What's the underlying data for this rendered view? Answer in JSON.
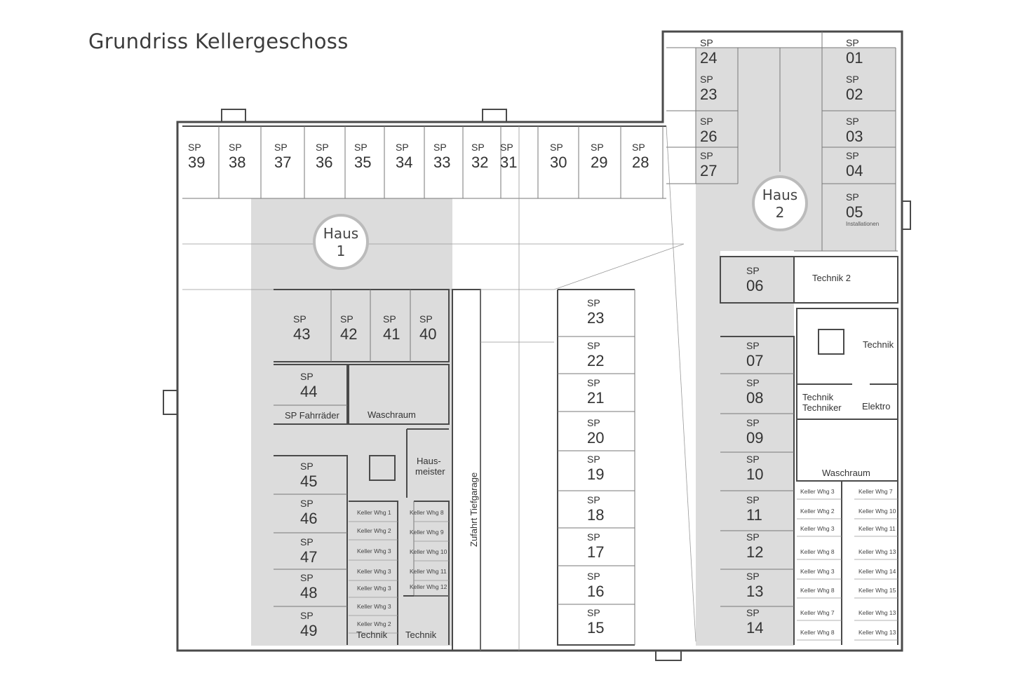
{
  "title": "Grundriss Kellergeschoss",
  "sp_label": "SP",
  "haus1": {
    "line1": "Haus",
    "line2": "1"
  },
  "haus2": {
    "line1": "Haus",
    "line2": "2"
  },
  "spaces_top": [
    "39",
    "38",
    "37",
    "36",
    "35",
    "34",
    "33",
    "32",
    "31",
    "30",
    "29",
    "28"
  ],
  "spaces_haus2_left": [
    "24",
    "23",
    "26",
    "27"
  ],
  "spaces_haus2_right": [
    "01",
    "02",
    "03",
    "04",
    "05"
  ],
  "spaces_row": [
    "43",
    "42",
    "41",
    "40"
  ],
  "sp44": "44",
  "spaces_left_col": [
    "45",
    "46",
    "47",
    "48",
    "49"
  ],
  "spaces_center_col": [
    "23",
    "22",
    "21",
    "20",
    "19",
    "18",
    "17",
    "16",
    "15"
  ],
  "sp06": "06",
  "spaces_right_col": [
    "07",
    "08",
    "09",
    "10",
    "11",
    "12",
    "13",
    "14"
  ],
  "rooms": {
    "sp_fahrrader": "SP Fahrräder",
    "waschraum1": "Waschraum",
    "hausmeister_1": "Haus-",
    "hausmeister_2": "meister",
    "technik1": "Technik",
    "technik2": "Technik",
    "technik_2": "Technik 2",
    "technik_r": "Technik",
    "technik_techniker_1": "Technik",
    "technik_techniker_2": "Techniker",
    "elektro": "Elektro",
    "waschraum2": "Waschraum",
    "zufahrt": "Zufahrt Tiefgarage",
    "sp05_note": "Installationen"
  },
  "keller_left_a": [
    "Keller Whg 1",
    "Keller Whg 2",
    "Keller Whg 3",
    "Keller Whg 3",
    "Keller Whg 3",
    "Keller Whg 3",
    "Keller Whg 2"
  ],
  "keller_left_b": [
    "Keller Whg 8",
    "Keller Whg 9",
    "Keller Whg 10",
    "Keller Whg 11",
    "Keller Whg 12"
  ],
  "keller_right_a": [
    "Keller Whg 3",
    "Keller Whg 2",
    "Keller Whg 3",
    "Keller Whg 8",
    "Keller Whg 3",
    "Keller Whg 8",
    "Keller Whg 7",
    "Keller Whg 8"
  ],
  "keller_right_b": [
    "Keller Whg 7",
    "Keller Whg 10",
    "Keller Whg 11",
    "Keller Whg 13",
    "Keller Whg 14",
    "Keller Whg 15",
    "Keller Whg 13",
    "Keller Whg 13"
  ]
}
